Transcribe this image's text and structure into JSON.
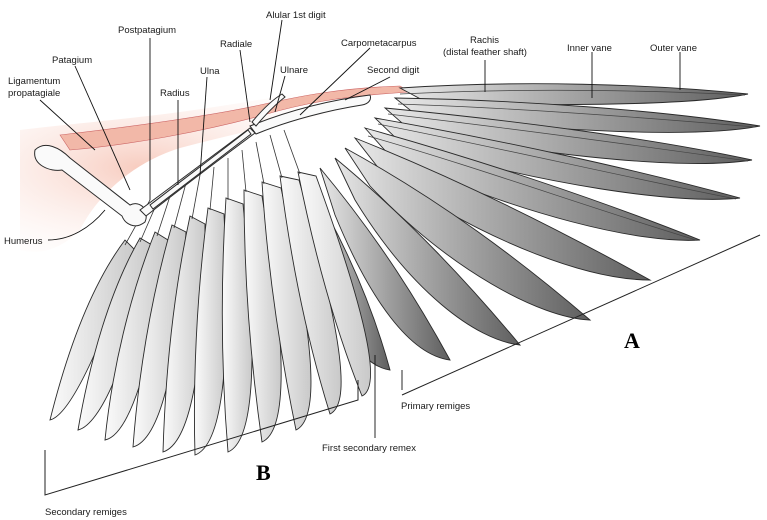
{
  "labels": {
    "postpatagium": "Postpatagium",
    "alular": "Alular 1st digit",
    "patagium": "Patagium",
    "radiale": "Radiale",
    "carpometacarpus": "Carpometacarpus",
    "rachis_line1": "Rachis",
    "rachis_line2": "(distal feather shaft)",
    "inner_vane": "Inner vane",
    "outer_vane": "Outer vane",
    "lig_line1": "Ligamentum",
    "lig_line2": "propatagiale",
    "ulna": "Ulna",
    "ulnare": "Ulnare",
    "second_digit": "Second digit",
    "radius": "Radius",
    "humerus": "Humerus",
    "primary_remiges": "Primary remiges",
    "first_secondary": "First secondary remex",
    "secondary_remiges": "Secondary remiges",
    "marker_a": "A",
    "marker_b": "B"
  },
  "colors": {
    "patagium": "#f2b8a8",
    "feather_light": "#f4f4f4",
    "feather_dark": "#6e6e6e",
    "bone": "#fafafa",
    "outline": "#2a2a2a"
  }
}
